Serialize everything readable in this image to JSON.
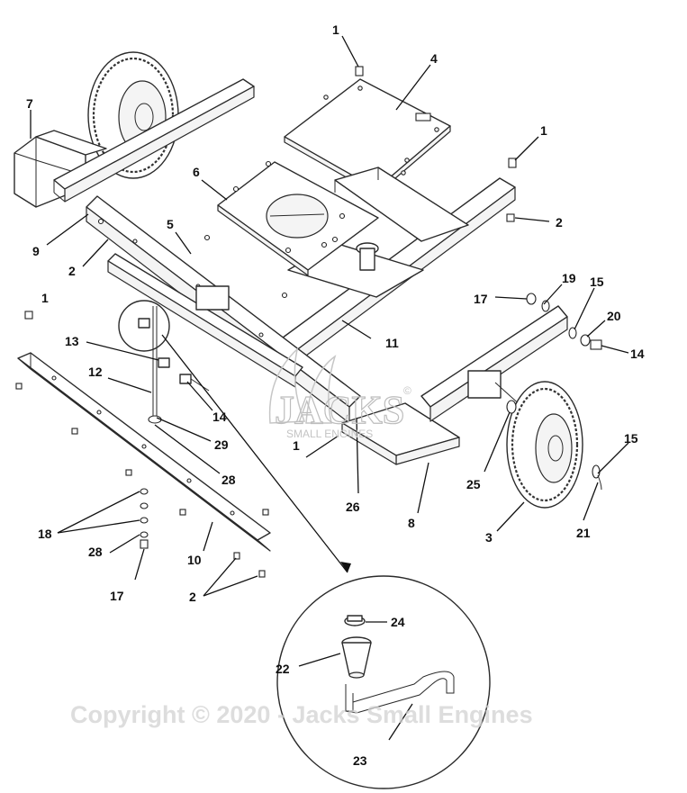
{
  "diagram": {
    "callouts": [
      {
        "id": "c1a",
        "text": "1"
      },
      {
        "id": "c4",
        "text": "4"
      },
      {
        "id": "c1b",
        "text": "1"
      },
      {
        "id": "c7",
        "text": "7"
      },
      {
        "id": "c2a",
        "text": "2"
      },
      {
        "id": "c6",
        "text": "6"
      },
      {
        "id": "c5",
        "text": "5"
      },
      {
        "id": "c9",
        "text": "9"
      },
      {
        "id": "c2b",
        "text": "2"
      },
      {
        "id": "c1c",
        "text": "1"
      },
      {
        "id": "c19",
        "text": "19"
      },
      {
        "id": "c17a",
        "text": "17"
      },
      {
        "id": "c15a",
        "text": "15"
      },
      {
        "id": "c20",
        "text": "20"
      },
      {
        "id": "c13",
        "text": "13"
      },
      {
        "id": "c11",
        "text": "11"
      },
      {
        "id": "c14a",
        "text": "14"
      },
      {
        "id": "c12",
        "text": "12"
      },
      {
        "id": "c14b",
        "text": "14"
      },
      {
        "id": "c29",
        "text": "29"
      },
      {
        "id": "c15b",
        "text": "15"
      },
      {
        "id": "c1d",
        "text": "1"
      },
      {
        "id": "c28a",
        "text": "28"
      },
      {
        "id": "c25",
        "text": "25"
      },
      {
        "id": "c26",
        "text": "26"
      },
      {
        "id": "c8",
        "text": "8"
      },
      {
        "id": "c21",
        "text": "21"
      },
      {
        "id": "c3",
        "text": "3"
      },
      {
        "id": "c18",
        "text": "18"
      },
      {
        "id": "c28b",
        "text": "28"
      },
      {
        "id": "c10",
        "text": "10"
      },
      {
        "id": "c17b",
        "text": "17"
      },
      {
        "id": "c2c",
        "text": "2"
      },
      {
        "id": "c24",
        "text": "24"
      },
      {
        "id": "c22",
        "text": "22"
      },
      {
        "id": "c23",
        "text": "23"
      }
    ],
    "logo": {
      "main": "JACKS",
      "registered": "©",
      "sub": "SMALL ENGINES"
    },
    "watermark": "Copyright © 2020 - Jacks Small Engines"
  }
}
